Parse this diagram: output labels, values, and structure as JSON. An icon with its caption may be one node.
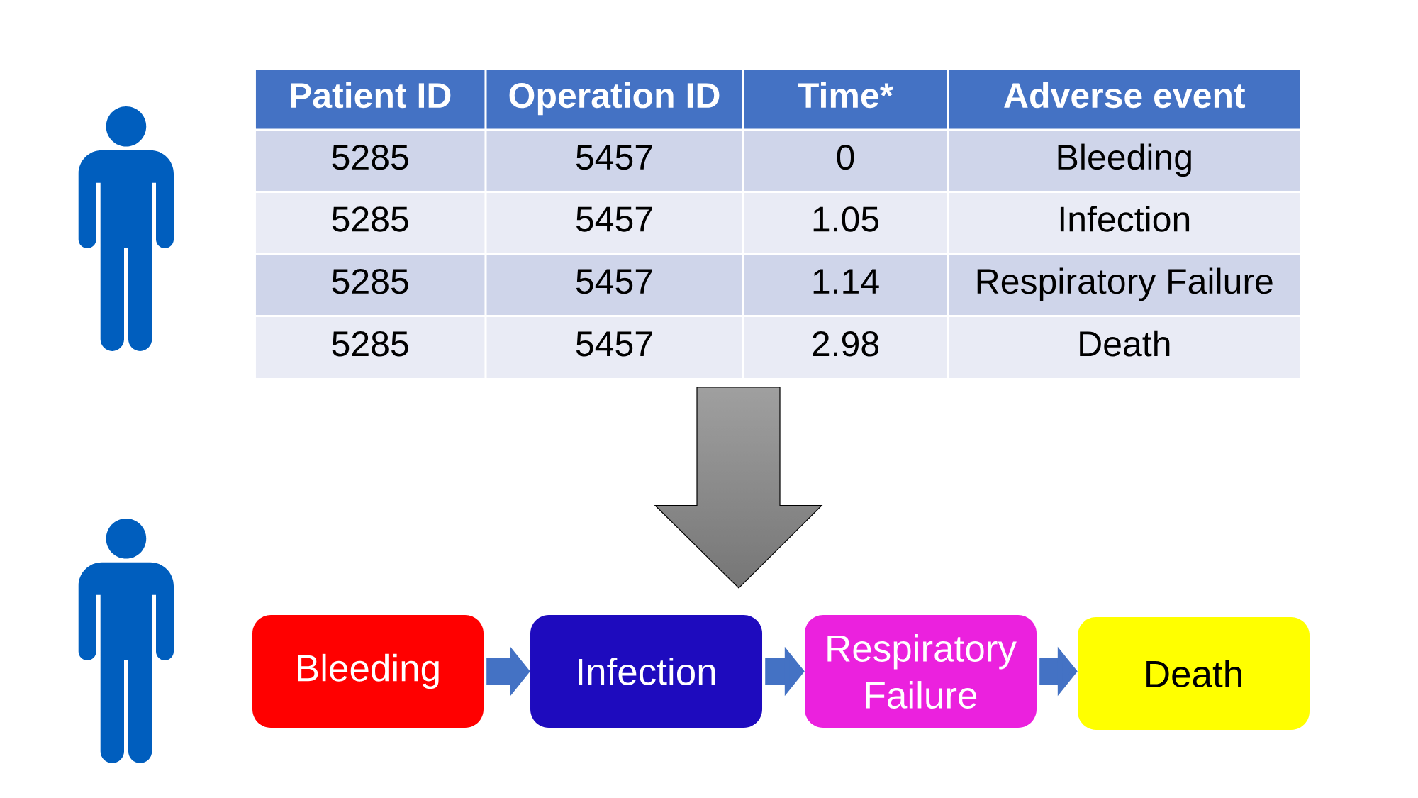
{
  "diagram": {
    "nodes": [
      {
        "text": [
          "Bleeding"
        ]
      },
      {
        "text": [
          "Infection"
        ]
      },
      {
        "text": [
          "Respiratory Failure"
        ]
      },
      {
        "text": [
          "Death"
        ]
      }
    ],
    "edges": [
      {
        "from": 0,
        "to": 1,
        "arrow": "to"
      },
      {
        "from": 1,
        "to": 2,
        "arrow": "to"
      },
      {
        "from": 2,
        "to": 3,
        "arrow": "to"
      }
    ],
    "labels": [
      "Patient ID",
      "Operation ID",
      "Time*",
      "Adverse event",
      "5285",
      "5457",
      "0",
      "Bleeding",
      "5285",
      "5457",
      "1.05",
      "Infection",
      "5285",
      "5457",
      "1.14",
      "Respiratory Failure",
      "5285",
      "5457",
      "2.98",
      "Death"
    ]
  }
}
